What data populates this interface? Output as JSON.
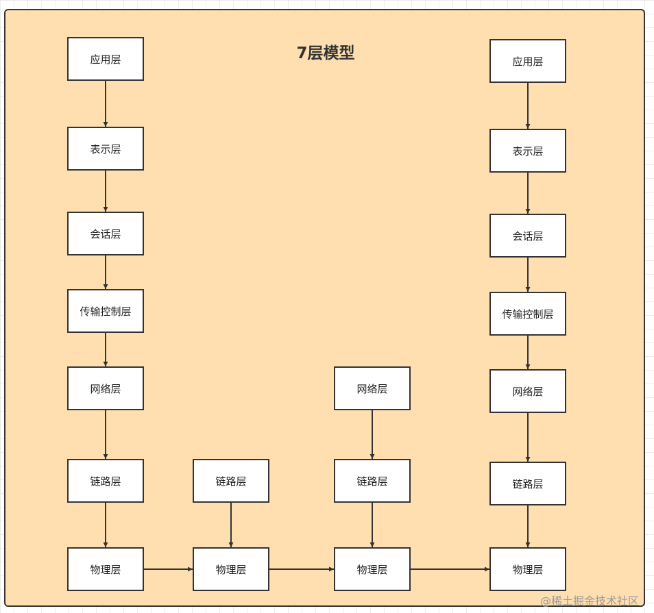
{
  "diagram": {
    "title": "7层模型",
    "nodes": [
      {
        "id": "a1",
        "label": "应用层"
      },
      {
        "id": "a2",
        "label": "表示层"
      },
      {
        "id": "a3",
        "label": "会话层"
      },
      {
        "id": "a4",
        "label": "传输控制层"
      },
      {
        "id": "a5",
        "label": "网络层"
      },
      {
        "id": "a6",
        "label": "链路层"
      },
      {
        "id": "a7",
        "label": "物理层"
      },
      {
        "id": "b1",
        "label": "链路层"
      },
      {
        "id": "b2",
        "label": "物理层"
      },
      {
        "id": "c1",
        "label": "网络层"
      },
      {
        "id": "c2",
        "label": "链路层"
      },
      {
        "id": "c3",
        "label": "物理层"
      },
      {
        "id": "d1",
        "label": "应用层"
      },
      {
        "id": "d2",
        "label": "表示层"
      },
      {
        "id": "d3",
        "label": "会话层"
      },
      {
        "id": "d4",
        "label": "传输控制层"
      },
      {
        "id": "d5",
        "label": "网络层"
      },
      {
        "id": "d6",
        "label": "链路层"
      },
      {
        "id": "d7",
        "label": "物理层"
      }
    ],
    "edges": [
      {
        "from": "a1",
        "to": "a2"
      },
      {
        "from": "a2",
        "to": "a3"
      },
      {
        "from": "a3",
        "to": "a4"
      },
      {
        "from": "a4",
        "to": "a5"
      },
      {
        "from": "a5",
        "to": "a6"
      },
      {
        "from": "a6",
        "to": "a7"
      },
      {
        "from": "a7",
        "to": "b2"
      },
      {
        "from": "b1",
        "to": "b2"
      },
      {
        "from": "b2",
        "to": "c3"
      },
      {
        "from": "c1",
        "to": "c2"
      },
      {
        "from": "c2",
        "to": "c3"
      },
      {
        "from": "c3",
        "to": "d7"
      },
      {
        "from": "d1",
        "to": "d2"
      },
      {
        "from": "d2",
        "to": "d3"
      },
      {
        "from": "d3",
        "to": "d4"
      },
      {
        "from": "d4",
        "to": "d5"
      },
      {
        "from": "d5",
        "to": "d6"
      },
      {
        "from": "d6",
        "to": "d7"
      }
    ]
  },
  "watermark": "@稀土掘金技术社区",
  "colors": {
    "panel": "#ffdfb0",
    "stroke": "#333333",
    "node_fill": "#ffffff"
  }
}
